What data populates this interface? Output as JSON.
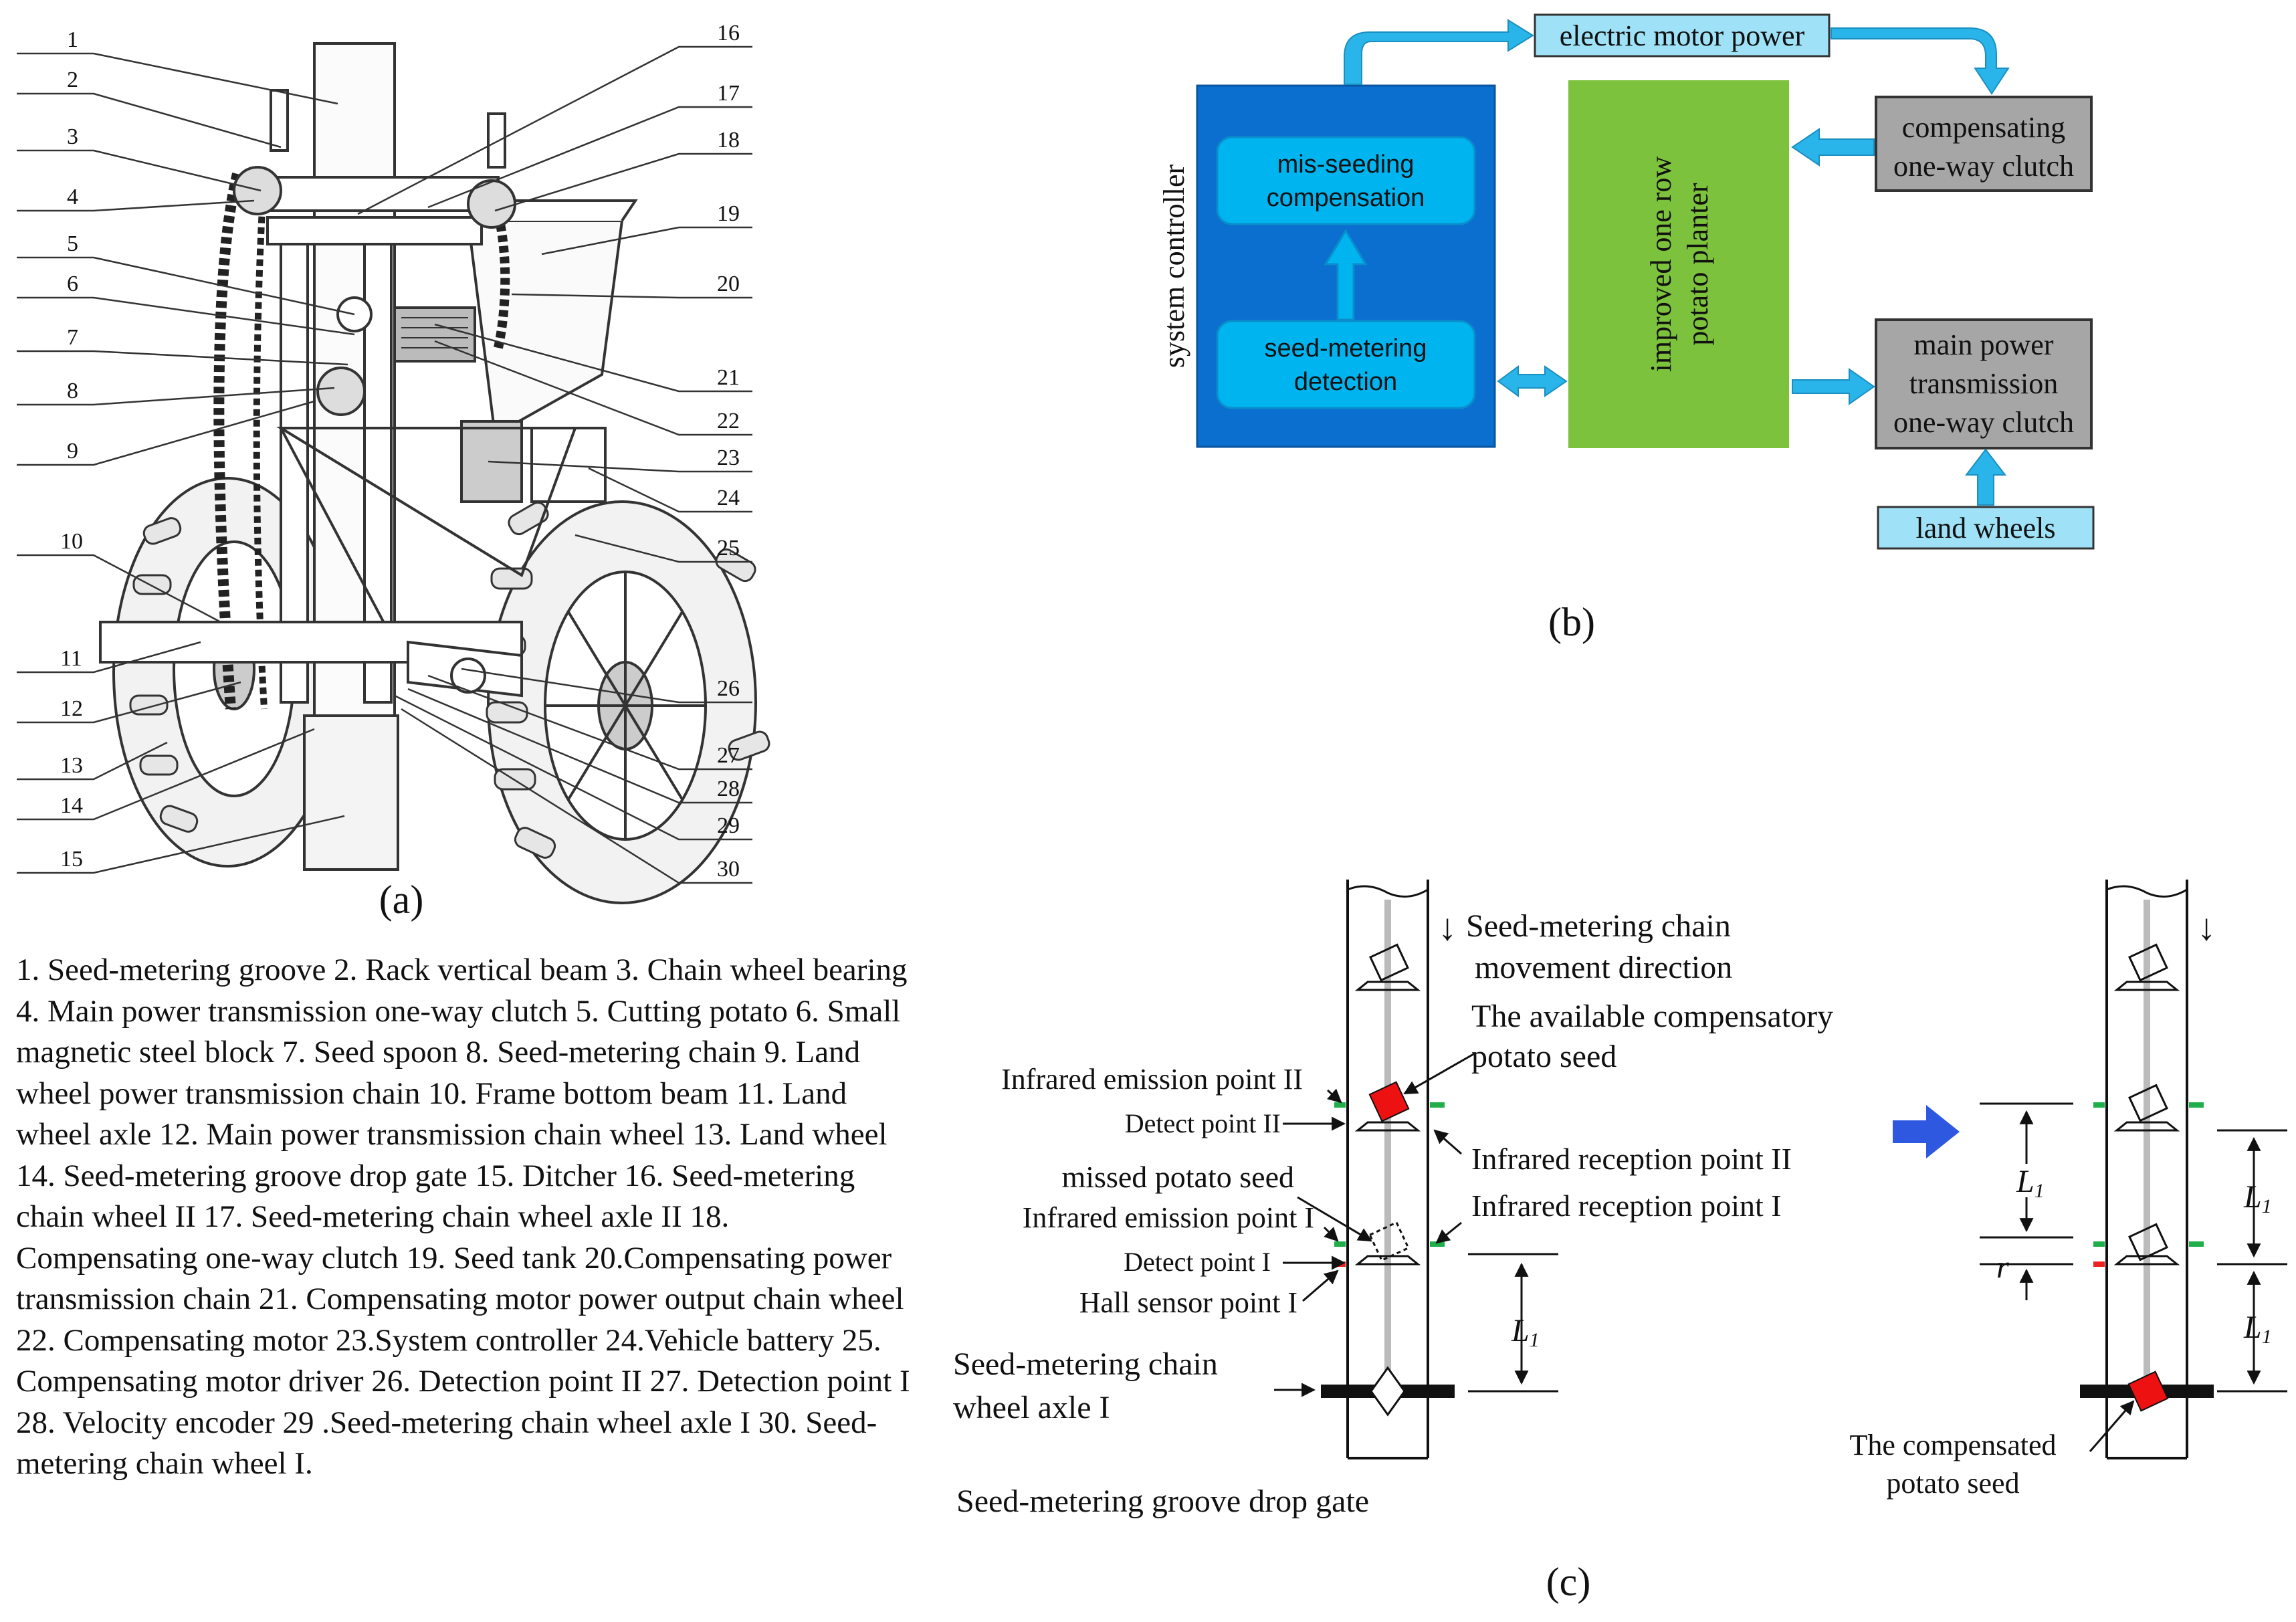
{
  "panel_a": {
    "caption": "(a)",
    "callouts_left": [
      "1",
      "2",
      "3",
      "4",
      "5",
      "6",
      "7",
      "8",
      "9",
      "10",
      "11",
      "12",
      "13",
      "14",
      "15"
    ],
    "callouts_right": [
      "16",
      "17",
      "18",
      "19",
      "20",
      "21",
      "22",
      "23",
      "24",
      "25",
      "26",
      "27",
      "28",
      "29",
      "30"
    ],
    "legend": "1. Seed-metering groove 2. Rack vertical beam 3. Chain wheel bearing 4. Main power transmission one-way clutch 5. Cutting potato 6. Small magnetic steel block 7. Seed spoon 8. Seed-metering chain 9. Land wheel power transmission chain 10. Frame bottom beam 11. Land wheel axle 12. Main power transmission chain wheel 13. Land wheel 14. Seed-metering groove drop gate 15. Ditcher 16. Seed-metering chain wheel II 17. Seed-metering chain wheel axle II 18. Compensating one-way clutch 19. Seed tank 20.Compensating power transmission chain 21. Compensating motor power output chain wheel 22. Compensating motor 23.System controller 24.Vehicle battery 25. Compensating motor driver 26. Detection point II 27. Detection point I 28. Velocity encoder 29 .Seed-metering chain wheel axle I 30. Seed-metering chain wheel I."
  },
  "panel_b": {
    "caption": "(b)",
    "system_controller": "system controller",
    "mis_seeding_line1": "mis-seeding",
    "mis_seeding_line2": "compensation",
    "seed_detect_line1": "seed-metering",
    "seed_detect_line2": "detection",
    "planter_line1": "improved one row",
    "planter_line2": "potato planter",
    "motor_power": "electric motor power",
    "comp_clutch_line1": "compensating",
    "comp_clutch_line2": "one-way clutch",
    "main_clutch_line1": "main power",
    "main_clutch_line2": "transmission",
    "main_clutch_line3": "one-way clutch",
    "land_wheels": "land wheels",
    "colors": {
      "controller": "#0a6fcf",
      "inner": "#00b4f0",
      "planter": "#7dc23c",
      "clutch": "#a6a6a6",
      "label": "#9fe2f7",
      "arrow": "#29b5ea"
    }
  },
  "panel_c": {
    "caption": "(c)",
    "chain_direction_1": "Seed-metering chain",
    "chain_direction_2": "movement direction",
    "available_1": "The available compensatory",
    "available_2": "potato seed",
    "ir_emit_2": "Infrared emission point II",
    "detect_2": "Detect point II",
    "ir_recv_2": "Infrared reception point II",
    "missed": "missed potato seed",
    "ir_emit_1": "Infrared emission point I",
    "ir_recv_1": "Infrared reception point I",
    "detect_1": "Detect point I",
    "hall": "Hall sensor point I",
    "L_var": "L",
    "L_sub": "1",
    "r_var": "r",
    "axle_1": "Seed-metering chain",
    "axle_2": "wheel axle I",
    "drop_gate": "Seed-metering groove drop gate",
    "compensated_1": "The compensated",
    "compensated_2": "potato seed",
    "down_arrow": "↓",
    "colors": {
      "seed": "#ee1111",
      "emitter": "#1fae4a",
      "hall": "#ee2222",
      "arrow": "#2f58e0"
    }
  }
}
